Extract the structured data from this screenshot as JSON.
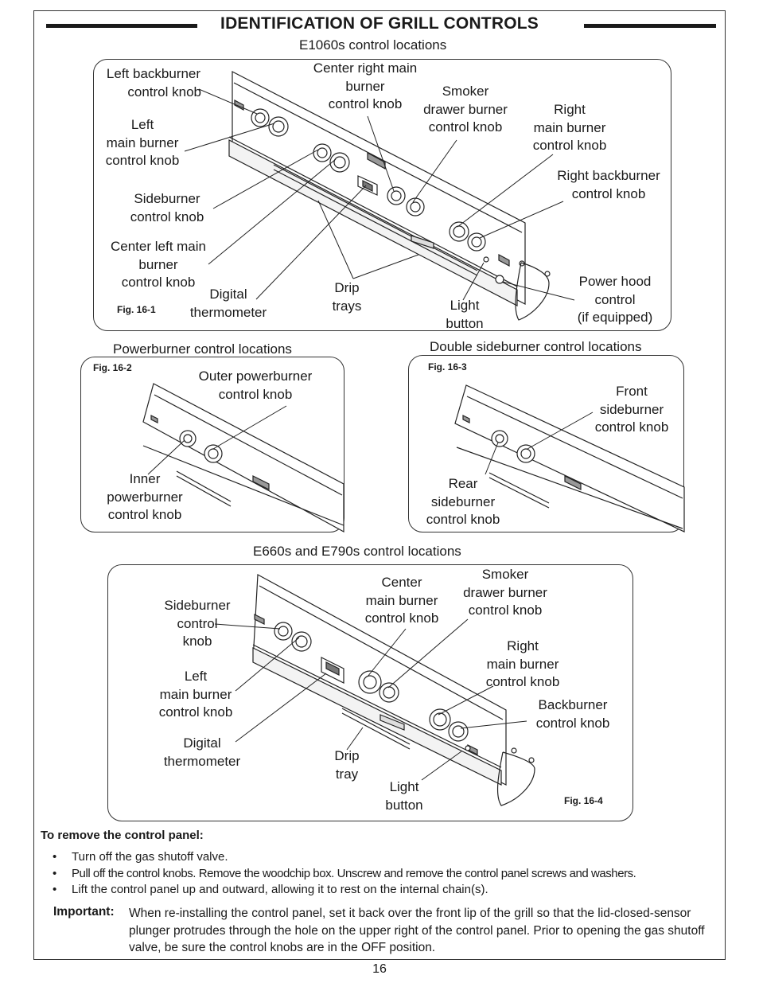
{
  "title": "IDENTIFICATION OF GRILL CONTROLS",
  "fig1": {
    "caption": "E1060s control locations",
    "fig_label": "Fig. 16-1",
    "labels": {
      "left_backburner": [
        "Left backburner",
        "control knob"
      ],
      "center_right": [
        "Center right main",
        "burner",
        "control knob"
      ],
      "smoker": [
        "Smoker",
        "drawer burner",
        "control knob"
      ],
      "right_main": [
        "Right",
        "main burner",
        "control knob"
      ],
      "left_main": [
        "Left",
        "main burner",
        "control knob"
      ],
      "right_backburner": [
        "Right backburner",
        "control knob"
      ],
      "sideburner": [
        "Sideburner",
        "control knob"
      ],
      "center_left": [
        "Center left main",
        "burner",
        "control knob"
      ],
      "digital": [
        "Digital",
        "thermometer"
      ],
      "drip": [
        "Drip",
        "trays"
      ],
      "light": [
        "Light",
        "button"
      ],
      "power_hood": [
        "Power hood",
        "control",
        "(if equipped)"
      ]
    }
  },
  "fig2": {
    "caption": "Powerburner control locations",
    "fig_label": "Fig. 16-2",
    "labels": {
      "outer": [
        "Outer powerburner",
        "control knob"
      ],
      "inner": [
        "Inner",
        "powerburner",
        "control knob"
      ]
    }
  },
  "fig3": {
    "caption": "Double sideburner control locations",
    "fig_label": "Fig. 16-3",
    "labels": {
      "front": [
        "Front",
        "sideburner",
        "control knob"
      ],
      "rear": [
        "Rear",
        "sideburner",
        "control knob"
      ]
    }
  },
  "fig4": {
    "caption": "E660s and E790s control locations",
    "fig_label": "Fig. 16-4",
    "labels": {
      "sideburner": [
        "Sideburner",
        "control",
        "knob"
      ],
      "center_main": [
        "Center",
        "main burner",
        "control knob"
      ],
      "smoker": [
        "Smoker",
        "drawer burner",
        "control knob"
      ],
      "right_main": [
        "Right",
        "main burner",
        "control knob"
      ],
      "left_main": [
        "Left",
        "main burner",
        "control knob"
      ],
      "backburner": [
        "Backburner",
        "control knob"
      ],
      "digital": [
        "Digital",
        "thermometer"
      ],
      "drip": [
        "Drip",
        "tray"
      ],
      "light": [
        "Light",
        "button"
      ]
    }
  },
  "instructions": {
    "heading": "To remove the control panel:",
    "bullets": [
      "Turn off the gas shutoff valve.",
      "Pull off the control knobs. Remove the woodchip box. Unscrew and remove the control panel screws and washers.",
      "Lift the control panel up and outward, allowing it to rest on the internal chain(s)."
    ],
    "important_label": "Important:",
    "important_text": "When re-installing the control panel, set it back over the front lip of the grill so that the lid-closed-sensor plunger protrudes through the hole on the upper right of the control panel. Prior to opening the gas shutoff valve, be sure the control knobs are in the OFF position."
  },
  "page_number": "16"
}
